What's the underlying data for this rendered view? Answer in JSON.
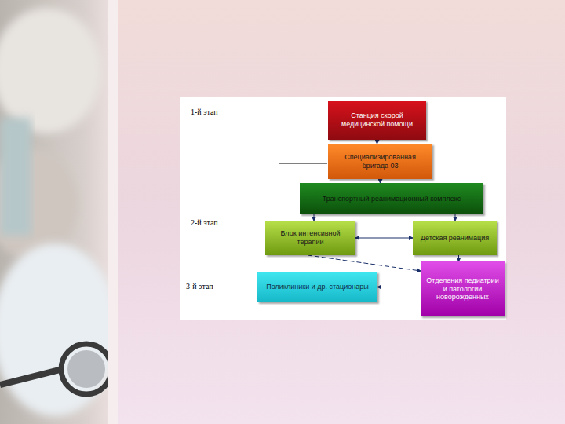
{
  "diagram": {
    "nodes": [
      {
        "text": [
          "Станция скорой медицинской помощи"
        ]
      },
      {
        "text": [
          "Специализированная бригада 03"
        ]
      },
      {
        "text": [
          "Транспортный реанимационный комплекс"
        ]
      },
      {
        "text": [
          "Блок интенсивной терапии"
        ]
      },
      {
        "text": [
          "Детская реанимация"
        ]
      },
      {
        "text": [
          "Отделения педиатрии и патологии новорожденных"
        ]
      },
      {
        "text": [
          "Поликлиники и др. стационары"
        ]
      }
    ],
    "edges": [
      {
        "from": 0,
        "to": 1,
        "arrow": "to"
      },
      {
        "from": 1,
        "to": 2,
        "arrow": "to"
      },
      {
        "from": 2,
        "to": 3,
        "arrow": "to"
      },
      {
        "from": 2,
        "to": 4,
        "arrow": "to"
      },
      {
        "from": 3,
        "to": 4,
        "arrow": "both"
      },
      {
        "from": 3,
        "to": 5,
        "arrow": "to"
      },
      {
        "from": 4,
        "to": 5,
        "arrow": "to"
      },
      {
        "from": 5,
        "to": 6,
        "arrow": "to"
      }
    ],
    "labels": [
      "1-й этап",
      "2-й этап",
      "3-й этап"
    ]
  }
}
